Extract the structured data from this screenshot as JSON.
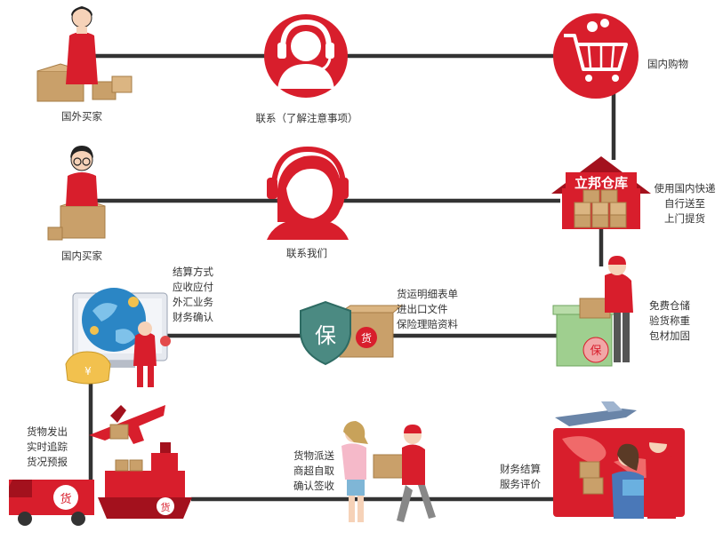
{
  "colors": {
    "line": "#333333",
    "accent": "#d81e2c",
    "accent_dark": "#a3111d",
    "box": "#c9a06a",
    "box_dark": "#a67c45",
    "text": "#333333"
  },
  "nodes": {
    "foreign_buyer": {
      "icon": "foreign-buyer-icon",
      "label": "国外买家"
    },
    "contact_notes": {
      "icon": "headset-icon",
      "label": "联系（了解注意事项）"
    },
    "domestic_shopping": {
      "icon": "shopping-cart-icon",
      "label": "国内购物"
    },
    "domestic_buyer": {
      "icon": "domestic-buyer-icon",
      "label": "国内买家"
    },
    "contact_us": {
      "icon": "customer-service-icon",
      "label": "联系我们"
    },
    "warehouse": {
      "icon": "warehouse-icon",
      "sign": "立邦仓库",
      "lines": [
        "使用国内快递",
        "自行送至",
        "上门提货"
      ]
    },
    "storage": {
      "icon": "packing-worker-icon",
      "badge": "保",
      "lines": [
        "免费仓储",
        "验货称重",
        "包材加固"
      ]
    },
    "insurance": {
      "icon": "insurance-shield-icon",
      "shield_text": "保",
      "box_text": "货",
      "lines": [
        "货运明细表单",
        "进出口文件",
        "保险理赔资料"
      ]
    },
    "settlement": {
      "icon": "globe-finance-icon",
      "lines": [
        "结算方式",
        "应收应付",
        "外汇业务",
        "财务确认"
      ]
    },
    "shipping": {
      "icon": "transport-icon",
      "truck_text": "货",
      "ship_text": "货",
      "lines": [
        "货物发出",
        "实时追踪",
        "货况预报"
      ]
    },
    "delivery": {
      "icon": "delivery-handover-icon",
      "lines": [
        "货物派送",
        "商超自取",
        "确认签收"
      ]
    },
    "review": {
      "icon": "service-review-icon",
      "lines": [
        "财务结算",
        "服务评价"
      ]
    }
  }
}
